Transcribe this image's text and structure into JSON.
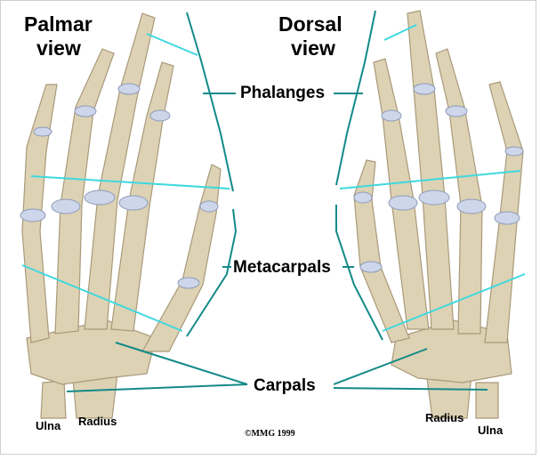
{
  "view_titles": {
    "palmar": [
      "Palmar",
      "view"
    ],
    "dorsal": [
      "Dorsal",
      "view"
    ]
  },
  "labels": {
    "phalanges": "Phalanges",
    "metacarpals": "Metacarpals",
    "carpals": "Carpals",
    "ulna_left": "Ulna",
    "radius_left": "Radius",
    "radius_right": "Radius",
    "ulna_right": "Ulna"
  },
  "copyright": "©MMG 1999",
  "colors": {
    "leader_dark": "#138a88",
    "leader_light": "#3fd8df",
    "bone": "#ddd2b4",
    "bone_shadow": "#a99a7a",
    "cartilage": "#cdd6ea"
  }
}
